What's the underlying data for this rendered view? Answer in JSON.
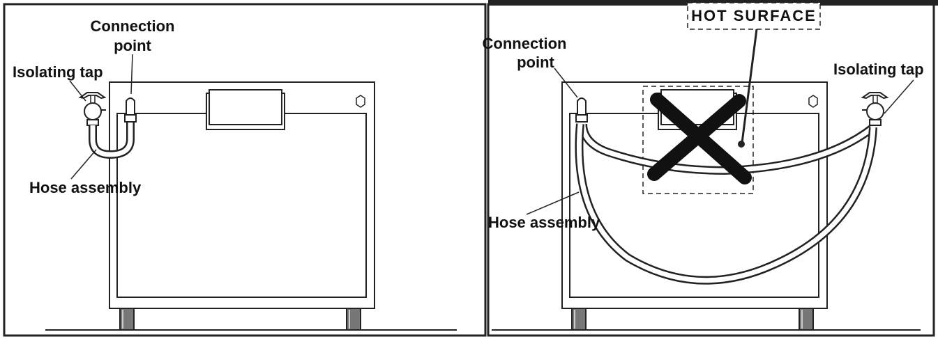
{
  "left_panel": {
    "connection_label_line1": "Connection",
    "connection_label_line2": "point",
    "isolating_tap_label": "Isolating tap",
    "hose_label": "Hose assembly"
  },
  "right_panel": {
    "hot_surface_label": "HOT SURFACE",
    "connection_label_line1": "Connection",
    "connection_label_line2": "point",
    "isolating_tap_label": "Isolating tap",
    "hose_label": "Hose assembly"
  },
  "colors": {
    "line": "#222222",
    "background": "#ffffff",
    "cross": "#111111"
  }
}
